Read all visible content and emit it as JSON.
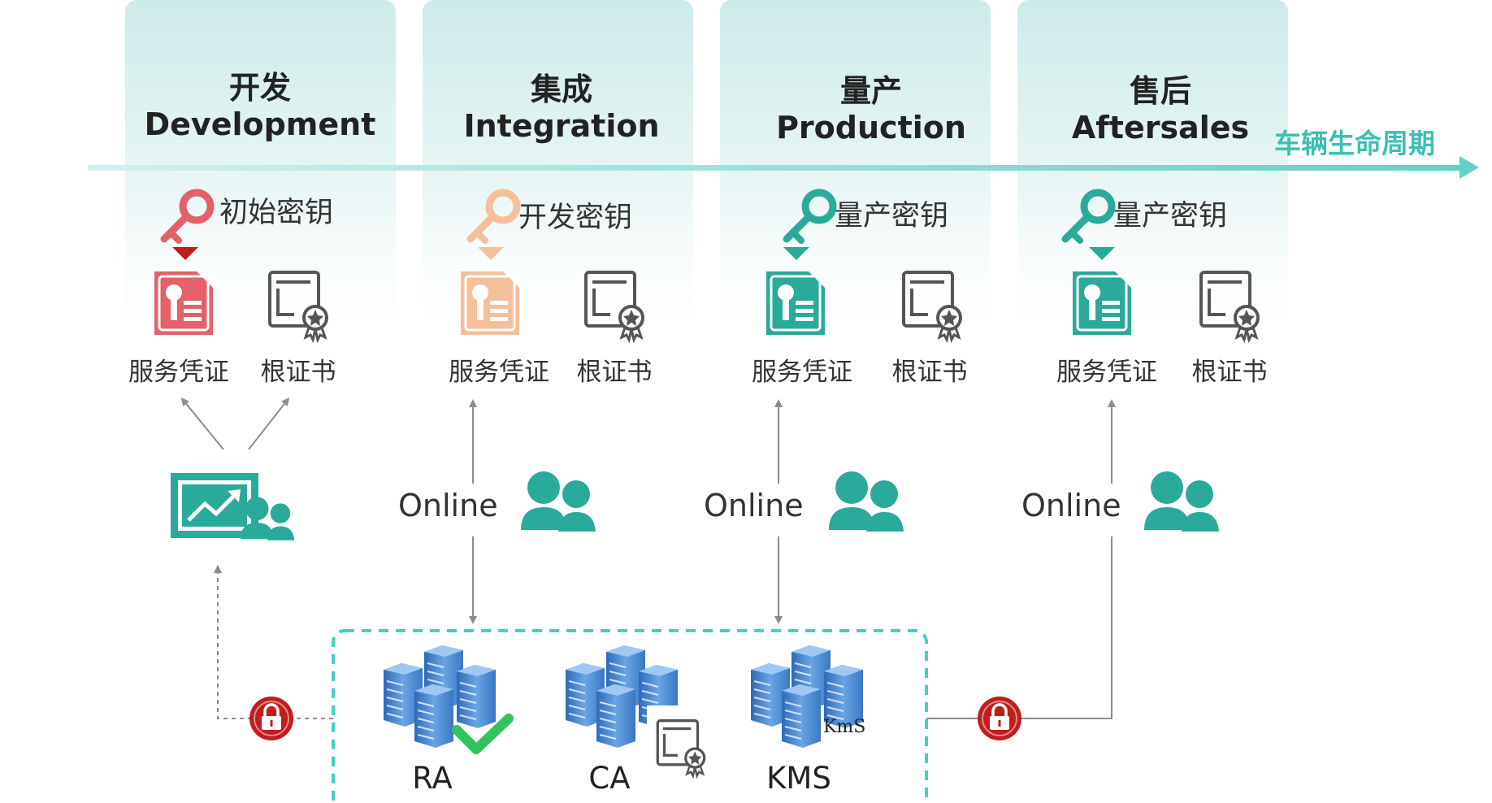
{
  "colors": {
    "teal": "#2aaa9a",
    "pink": "#e4606a",
    "peach": "#f6bf9b",
    "dark_red": "#c01d1d",
    "server_blue": "#3d7fc8",
    "arrow_gray": "#8c8c8c"
  },
  "lifecycle_label": "车辆生命周期",
  "phases": [
    {
      "zh": "开发",
      "en": "Development",
      "key_label": "初始密钥",
      "key_color": "pink",
      "credential_label": "服务凭证",
      "root_label": "根证书"
    },
    {
      "zh": "集成",
      "en": "Integration",
      "key_label": "开发密钥",
      "key_color": "peach",
      "credential_label": "服务凭证",
      "root_label": "根证书"
    },
    {
      "zh": "量产",
      "en": "Production",
      "key_label": "量产密钥",
      "key_color": "teal",
      "credential_label": "服务凭证",
      "root_label": "根证书"
    },
    {
      "zh": "售后",
      "en": "Aftersales",
      "key_label": "量产密钥",
      "key_color": "teal",
      "credential_label": "服务凭证",
      "root_label": "根证书"
    }
  ],
  "online_labels": [
    "Online",
    "Online",
    "Online"
  ],
  "servers": [
    {
      "label": "RA",
      "icon": "server-check-icon"
    },
    {
      "label": "CA",
      "icon": "server-certificate-icon"
    },
    {
      "label": "KMS",
      "icon": "server-kms-icon",
      "badge": "KmS"
    }
  ],
  "icons": {
    "key": "key-icon",
    "credential": "credential-document-icon",
    "root_cert": "root-certificate-icon",
    "dev_station": "presentation-screen-icon",
    "users": "users-icon",
    "lock": "lock-icon"
  }
}
